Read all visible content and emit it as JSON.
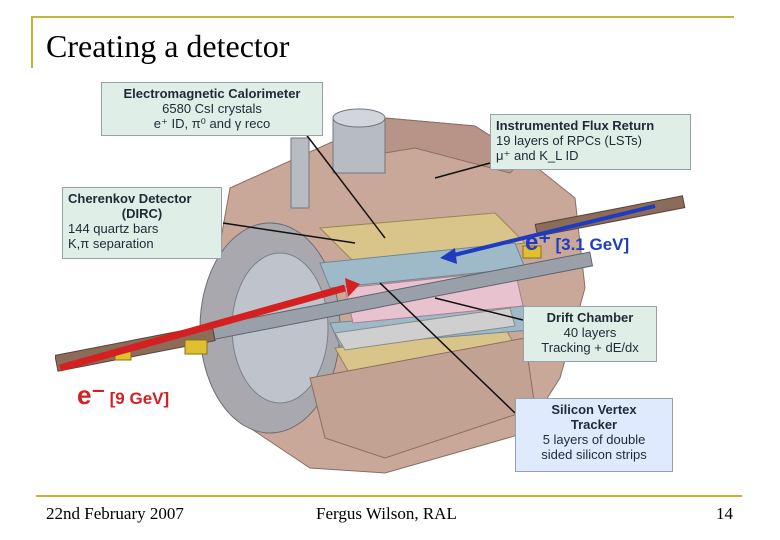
{
  "slide": {
    "title": "Creating a detector"
  },
  "footer": {
    "date": "22nd February 2007",
    "author": "Fergus Wilson, RAL",
    "page": "14"
  },
  "figure": {
    "callouts": {
      "emc": {
        "title": "Electromagnetic Calorimeter",
        "line1": "6580 CsI crystals",
        "line2": "e⁺ ID, π⁰ and γ reco"
      },
      "ifr": {
        "title": "Instrumented Flux Return",
        "line1": "19 layers of RPCs (LSTs)",
        "line2": "μ⁺ and K_L ID"
      },
      "dirc": {
        "title": "Cherenkov Detector",
        "subtitle": "(DIRC)",
        "line1": "144 quartz bars",
        "line2": "K,π separation"
      },
      "dch": {
        "title": "Drift Chamber",
        "line1": "40 layers",
        "line2": "Tracking + dE/dx"
      },
      "svt": {
        "title": "Silicon Vertex",
        "title2": "Tracker",
        "line1": "5 layers of double",
        "line2": "sided silicon strips"
      }
    },
    "beams": {
      "positron_particle": "e⁺",
      "positron_energy": "[3.1 GeV]",
      "electron_particle": "e⁻",
      "electron_energy": "[9 GeV]"
    },
    "colors": {
      "positron_beam": "#1f3bbf",
      "electron_beam": "#d42020",
      "positron_text": "#1f3bbf",
      "electron_text": "#d42020"
    }
  }
}
